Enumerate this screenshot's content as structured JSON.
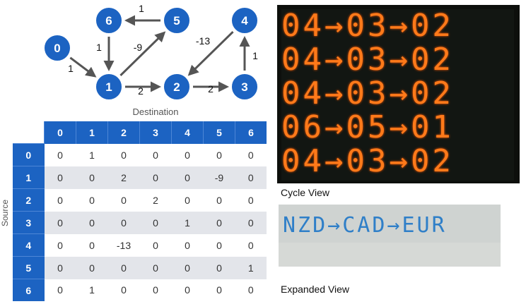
{
  "graph": {
    "nodes": [
      "0",
      "1",
      "2",
      "3",
      "4",
      "5",
      "6"
    ],
    "edges": [
      {
        "from": "0",
        "to": "1",
        "weight": "1"
      },
      {
        "from": "1",
        "to": "2",
        "weight": "2"
      },
      {
        "from": "2",
        "to": "3",
        "weight": "2"
      },
      {
        "from": "3",
        "to": "4",
        "weight": "1"
      },
      {
        "from": "4",
        "to": "2",
        "weight": "-13"
      },
      {
        "from": "1",
        "to": "5",
        "weight": "-9"
      },
      {
        "from": "5",
        "to": "6",
        "weight": "1"
      },
      {
        "from": "6",
        "to": "1",
        "weight": "1"
      }
    ],
    "node_color": "#1c63c2"
  },
  "matrix": {
    "destination_label": "Destination",
    "source_label": "Source",
    "col_headers": [
      "0",
      "1",
      "2",
      "3",
      "4",
      "5",
      "6"
    ],
    "row_headers": [
      "0",
      "1",
      "2",
      "3",
      "4",
      "5",
      "6"
    ],
    "rows": [
      [
        "0",
        "1",
        "0",
        "0",
        "0",
        "0",
        "0"
      ],
      [
        "0",
        "0",
        "2",
        "0",
        "0",
        "-9",
        "0"
      ],
      [
        "0",
        "0",
        "0",
        "2",
        "0",
        "0",
        "0"
      ],
      [
        "0",
        "0",
        "0",
        "0",
        "1",
        "0",
        "0"
      ],
      [
        "0",
        "0",
        "-13",
        "0",
        "0",
        "0",
        "0"
      ],
      [
        "0",
        "0",
        "0",
        "0",
        "0",
        "0",
        "1"
      ],
      [
        "0",
        "1",
        "0",
        "0",
        "0",
        "0",
        "0"
      ]
    ]
  },
  "cycle_view": {
    "lines": [
      "04→03→02",
      "04→03→02",
      "04→03→02",
      "06→05→01",
      "04→03→02"
    ],
    "caption": "Cycle View",
    "color": "#ff7a1a"
  },
  "expanded_view": {
    "text": "NZD→CAD→EUR",
    "caption": "Expanded View",
    "color": "#2f7fc8"
  }
}
